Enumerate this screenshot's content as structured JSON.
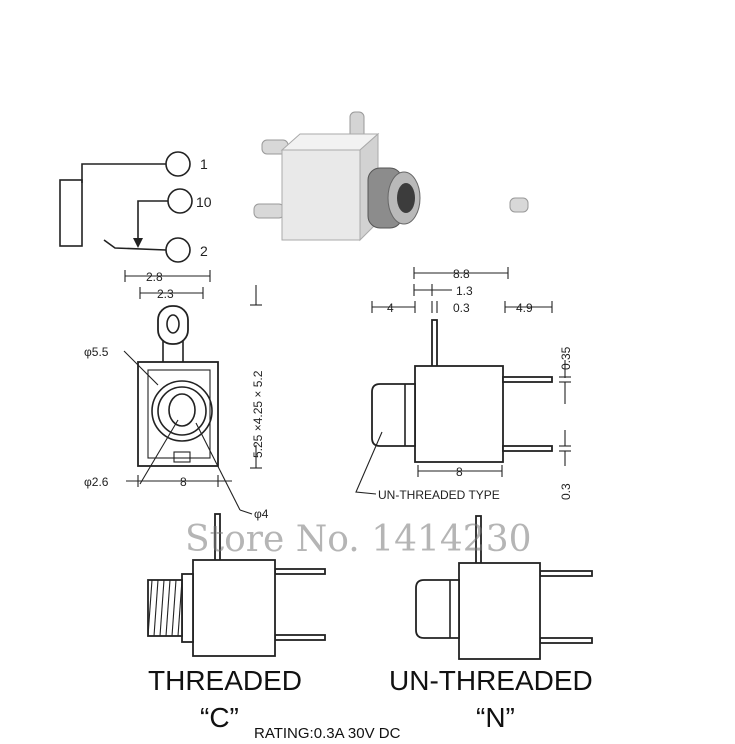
{
  "schematic": {
    "pin_labels": [
      "1",
      "10",
      "2"
    ]
  },
  "front_view": {
    "dims": {
      "w_top_outer": "2.8",
      "w_top_inner": "2.3",
      "phi_outer": "φ5.5",
      "phi_small": "φ2.6",
      "width": "8",
      "phi_inner": "φ4",
      "height": "5.25 ×4.25 × 5.2"
    }
  },
  "side_view": {
    "dims": {
      "total": "8.8",
      "pin_offset": "1.3",
      "nose": "4",
      "pin_w": "0.3",
      "pins_out": "4.9",
      "body": "8",
      "pin_top": "0.35",
      "pin_bottom": "0.3"
    },
    "caption": "UN-THREADED TYPE"
  },
  "watermark": "Store No. 1414230",
  "variants": {
    "threaded_title": "THREADED",
    "threaded_code": "“C”",
    "unthreaded_title": "UN-THREADED",
    "unthreaded_code": "“N”"
  },
  "rating": "RATING:0.3A 30V DC"
}
